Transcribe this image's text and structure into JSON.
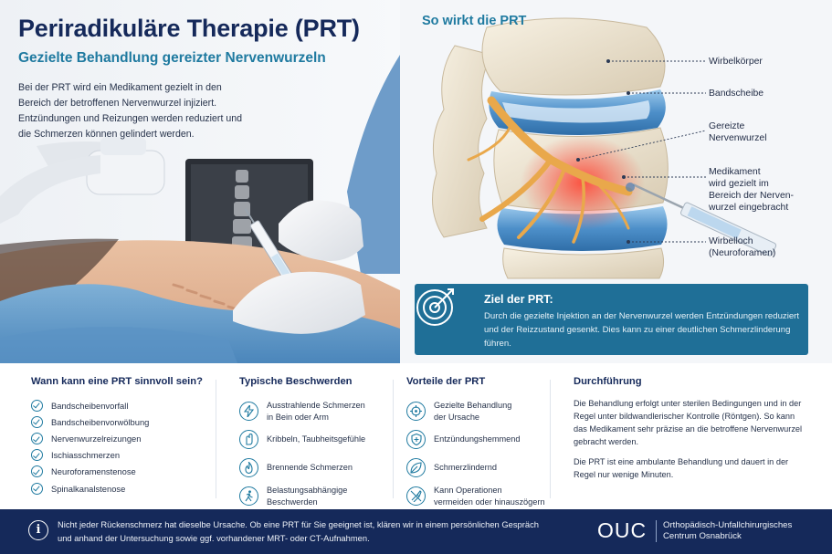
{
  "hero": {
    "title": "Periradikuläre Therapie (PRT)",
    "subtitle": "Gezielte Behandlung gereizter Nervenwurzeln",
    "intro": "Bei der PRT wird ein Medikament gezielt in den Bereich der betroffenen Nervenwurzel injiziert. Entzündungen und Reizungen werden reduziert und die Schmerzen können gelindert werden."
  },
  "anatomy": {
    "title": "So wirkt die PRT",
    "labels": {
      "vertebra": "Wirbelkörper",
      "disc": "Bandscheibe",
      "nerve": "Gereizte\nNervenwurzel",
      "drug": "Medikament\nwird gezielt im\nBereich der Nerven-\nwurzel eingebracht",
      "foramen": "Wirbelloch\n(Neuroforamen)"
    }
  },
  "goal": {
    "title": "Ziel der PRT:",
    "text": "Durch die gezielte Injektion an der Nervenwurzel werden Entzündungen reduziert und der Reizzustand gesenkt. Dies kann zu einer deutlichen Schmerzlinderung führen.",
    "icon": "target-icon"
  },
  "when": {
    "heading": "Wann kann eine PRT sinnvoll sein?",
    "items": [
      "Bandscheibenvorfall",
      "Bandscheibenvorwölbung",
      "Nervenwurzelreizungen",
      "Ischiasschmerzen",
      "Neuroforamenstenose",
      "Spinalkanalstenose"
    ]
  },
  "complaints": {
    "heading": "Typische Beschwerden",
    "items": [
      {
        "text": "Ausstrahlende Schmerzen\nin Bein oder Arm",
        "icon": "lightning-icon"
      },
      {
        "text": "Kribbeln, Taubheitsgefühle",
        "icon": "tingling-hand-icon"
      },
      {
        "text": "Brennende Schmerzen",
        "icon": "flame-icon"
      },
      {
        "text": "Belastungsabhängige\nBeschwerden",
        "icon": "activity-icon"
      }
    ]
  },
  "benefits": {
    "heading": "Vorteile der PRT",
    "items": [
      {
        "text": "Gezielte Behandlung\nder Ursache",
        "icon": "crosshair-icon"
      },
      {
        "text": "Entzündungshemmend",
        "icon": "shield-icon"
      },
      {
        "text": "Schmerzlindernd",
        "icon": "leaf-icon"
      },
      {
        "text": "Kann Operationen\nvermeiden oder hinauszögern",
        "icon": "no-surgery-icon"
      }
    ]
  },
  "procedure": {
    "heading": "Durchführung",
    "p1": "Die Behandlung erfolgt unter sterilen Bedingungen und in der Regel unter bildwandlerischer Kontrolle (Röntgen). So kann das Medikament sehr präzise an die betroffene Nervenwurzel gebracht werden.",
    "p2": "Die PRT ist eine ambulante Behandlung und dauert in der Regel nur wenige Minuten."
  },
  "footer": {
    "info_icon": "i",
    "text": "Nicht jeder Rückenschmerz hat dieselbe Ursache. Ob eine PRT für Sie geeignet ist, klären wir in einem persönlichen Gespräch und anhand der Untersuchung sowie ggf. vorhandener MRT- oder CT-Aufnahmen.",
    "logo": "OUC",
    "org_line1": "Orthopädisch-Unfallchirurgisches",
    "org_line2": "Centrum Osnabrück"
  },
  "colors": {
    "navy": "#15295a",
    "teal": "#1f7aa0",
    "goal_box": "#1f6f97"
  }
}
